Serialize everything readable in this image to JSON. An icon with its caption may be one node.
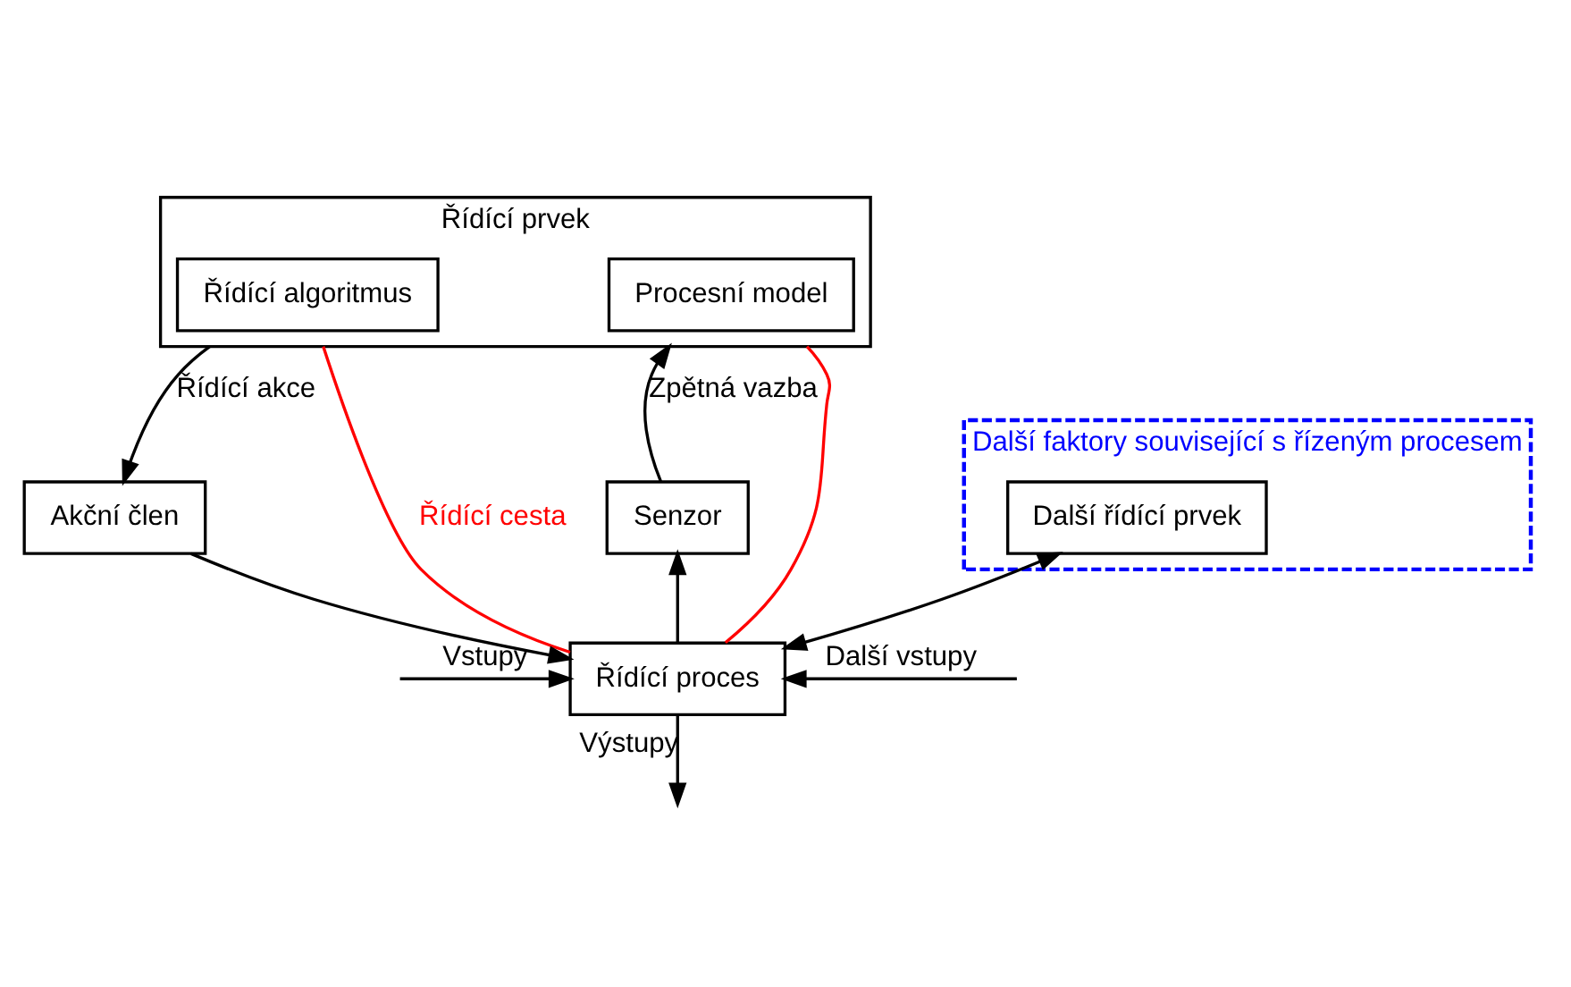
{
  "diagram": {
    "nodes": [
      {
        "text": [
          "Řídící prvek"
        ]
      },
      {
        "text": [
          "Řídící algoritmus"
        ],
        "in": 0
      },
      {
        "text": [
          "Procesní model"
        ],
        "in": 0
      },
      {
        "text": [
          "Akční člen"
        ]
      },
      {
        "text": [
          "Senzor"
        ]
      },
      {
        "text": [
          "Další faktory související s řízeným procesem"
        ]
      },
      {
        "text": [
          "Další řídící prvek"
        ],
        "in": 5
      },
      {
        "text": [
          "Řídící proces"
        ]
      }
    ],
    "edges": [
      {
        "from": 0,
        "to": 3,
        "arrow": "to",
        "label": "Řídící akce"
      },
      {
        "from": 3,
        "to": 7,
        "arrow": "to"
      },
      {
        "from": 7,
        "to": 4,
        "arrow": "to"
      },
      {
        "from": 4,
        "to": 0,
        "arrow": "to",
        "label": "Zpětná vazba"
      },
      {
        "from": 0,
        "to": 7,
        "arrow": "none",
        "label": "Řídící cesta",
        "color": "#ff0000"
      },
      {
        "from": 0,
        "to": 7,
        "arrow": "none",
        "color": "#ff0000"
      },
      {
        "from": 6,
        "to": 7,
        "arrow": "both"
      },
      {
        "from": null,
        "to": 7,
        "arrow": "to",
        "label": "Další vstupy"
      },
      {
        "from": null,
        "to": 7,
        "arrow": "to",
        "label": "Vstupy"
      },
      {
        "from": 7,
        "to": null,
        "arrow": "to",
        "label": "Výstupy"
      }
    ]
  }
}
